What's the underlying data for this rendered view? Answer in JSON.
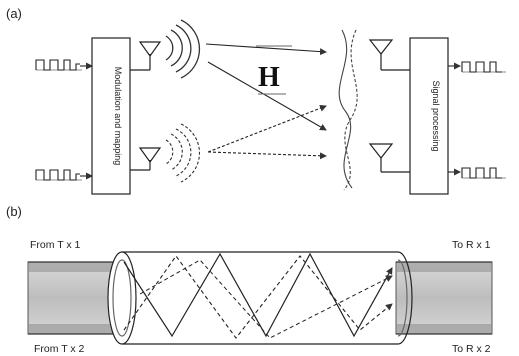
{
  "panel_a": {
    "label": "(a)",
    "tx_box": "Modulation and mapping",
    "rx_box": "Signal processing",
    "channel_symbol": "H"
  },
  "panel_b": {
    "label": "(b)",
    "tx1": "From T x 1",
    "tx2": "From T x 2",
    "rx1": "To R x 1",
    "rx2": "To R x 2"
  }
}
